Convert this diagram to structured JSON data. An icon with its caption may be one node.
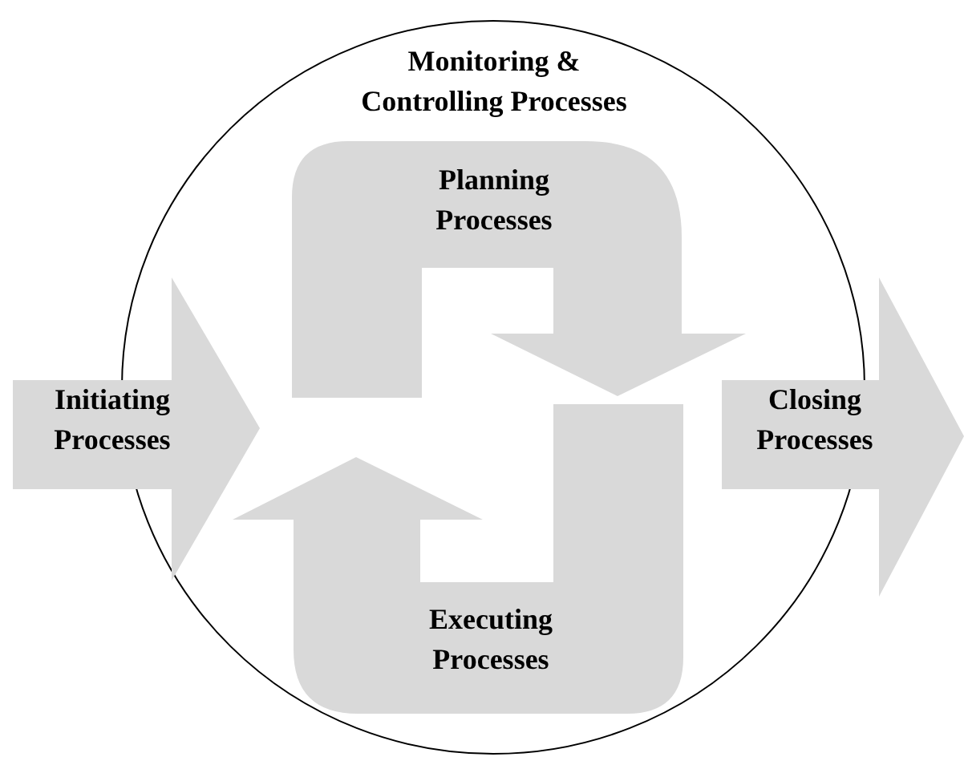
{
  "diagram": {
    "nodes": [
      {
        "text": [
          "Monitoring & Controlling Processes"
        ]
      },
      {
        "text": [
          "Planning Processes"
        ],
        "in": 0
      },
      {
        "text": [
          "Initiating Processes"
        ]
      },
      {
        "text": [
          "Closing Processes"
        ]
      },
      {
        "text": [
          "Executing Processes"
        ],
        "in": 0
      }
    ]
  }
}
